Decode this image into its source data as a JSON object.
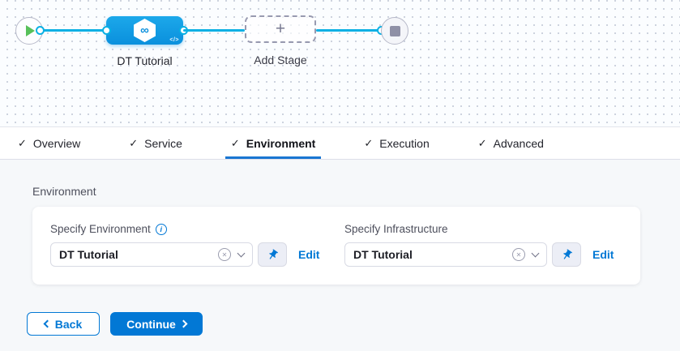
{
  "icons": {
    "check": "✓",
    "plus": "+",
    "infinity": "∞",
    "code": "</>",
    "close": "✕",
    "info": "i"
  },
  "pipeline": {
    "stage_label": "DT Tutorial",
    "add_stage_label": "Add Stage"
  },
  "tabs": [
    {
      "label": "Overview",
      "checked": true,
      "active": false
    },
    {
      "label": "Service",
      "checked": true,
      "active": false
    },
    {
      "label": "Environment",
      "checked": true,
      "active": true
    },
    {
      "label": "Execution",
      "checked": true,
      "active": false
    },
    {
      "label": "Advanced",
      "checked": true,
      "active": false
    }
  ],
  "environment_section": {
    "heading": "Environment",
    "fields": [
      {
        "label": "Specify Environment",
        "has_info": true,
        "value": "DT Tutorial",
        "edit": "Edit"
      },
      {
        "label": "Specify Infrastructure",
        "has_info": false,
        "value": "DT Tutorial",
        "edit": "Edit"
      }
    ]
  },
  "footer": {
    "back": "Back",
    "continue": "Continue"
  },
  "colors": {
    "accent_blue": "#0278d5",
    "connector_blue": "#0ab0e4",
    "node_blue": "#0d9ce6",
    "play_green": "#57c05a",
    "end_square_gray": "#8f90a6",
    "active_tab_underline": "#1976d2"
  }
}
